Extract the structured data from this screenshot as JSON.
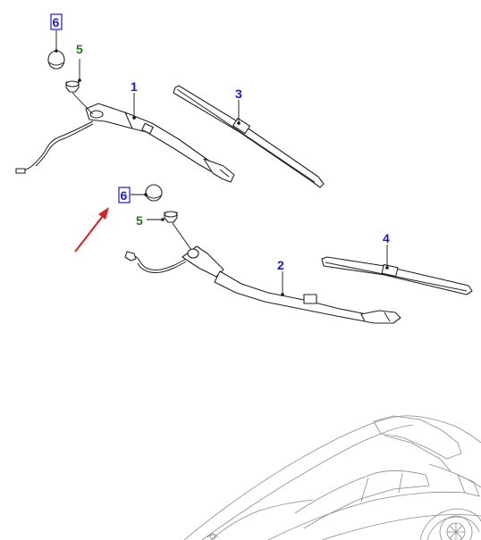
{
  "callouts": {
    "arm_left": "1",
    "arm_right": "2",
    "blade_left": "3",
    "blade_right": "4",
    "nut_upper": "5",
    "nut_lower": "5",
    "cap_upper": "6",
    "cap_lower": "6"
  },
  "colors": {
    "callout_blue": "#1a1ad6",
    "callout_green": "#1f7a1f",
    "arrow_red": "#e02020"
  }
}
